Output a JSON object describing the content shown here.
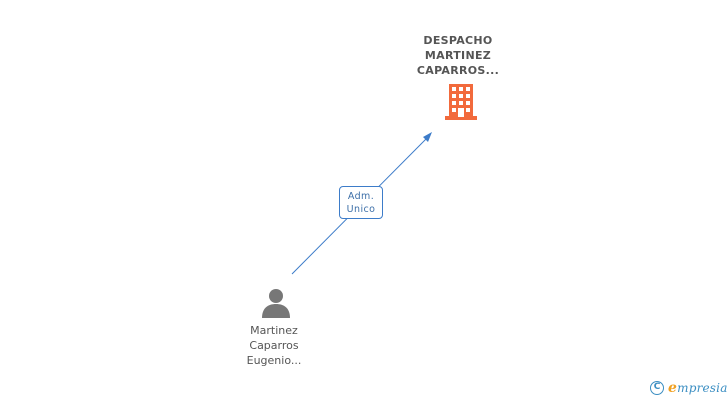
{
  "company": {
    "name_lines": [
      "DESPACHO",
      "MARTINEZ",
      "CAPARROS..."
    ],
    "icon": "building-icon",
    "color": "#f26a3c"
  },
  "relationship": {
    "role_lines": [
      "Adm.",
      "Unico"
    ],
    "line_color": "#3d7cc9"
  },
  "person": {
    "name_lines": [
      "Martinez",
      "Caparros",
      "Eugenio..."
    ],
    "icon": "person-icon",
    "color": "#777777"
  },
  "footer": {
    "copyright_symbol": "C",
    "brand_first_letter": "e",
    "brand_rest": "mpresia"
  }
}
